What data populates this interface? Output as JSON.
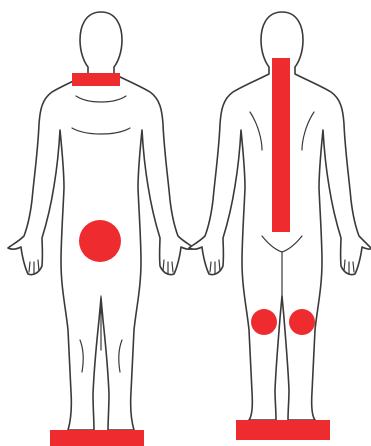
{
  "colors": {
    "marker": "#ee2b2f",
    "outline": "#3a3a3a",
    "background": "#ffffff"
  },
  "figures": [
    {
      "view": "front",
      "markers": [
        {
          "id": "neck",
          "shape": "bar"
        },
        {
          "id": "pelvis",
          "shape": "circle"
        },
        {
          "id": "feet",
          "shape": "bar"
        }
      ]
    },
    {
      "view": "back",
      "markers": [
        {
          "id": "spine",
          "shape": "bar"
        },
        {
          "id": "left-knee",
          "shape": "circle"
        },
        {
          "id": "right-knee",
          "shape": "circle"
        },
        {
          "id": "feet",
          "shape": "bar"
        }
      ]
    }
  ]
}
